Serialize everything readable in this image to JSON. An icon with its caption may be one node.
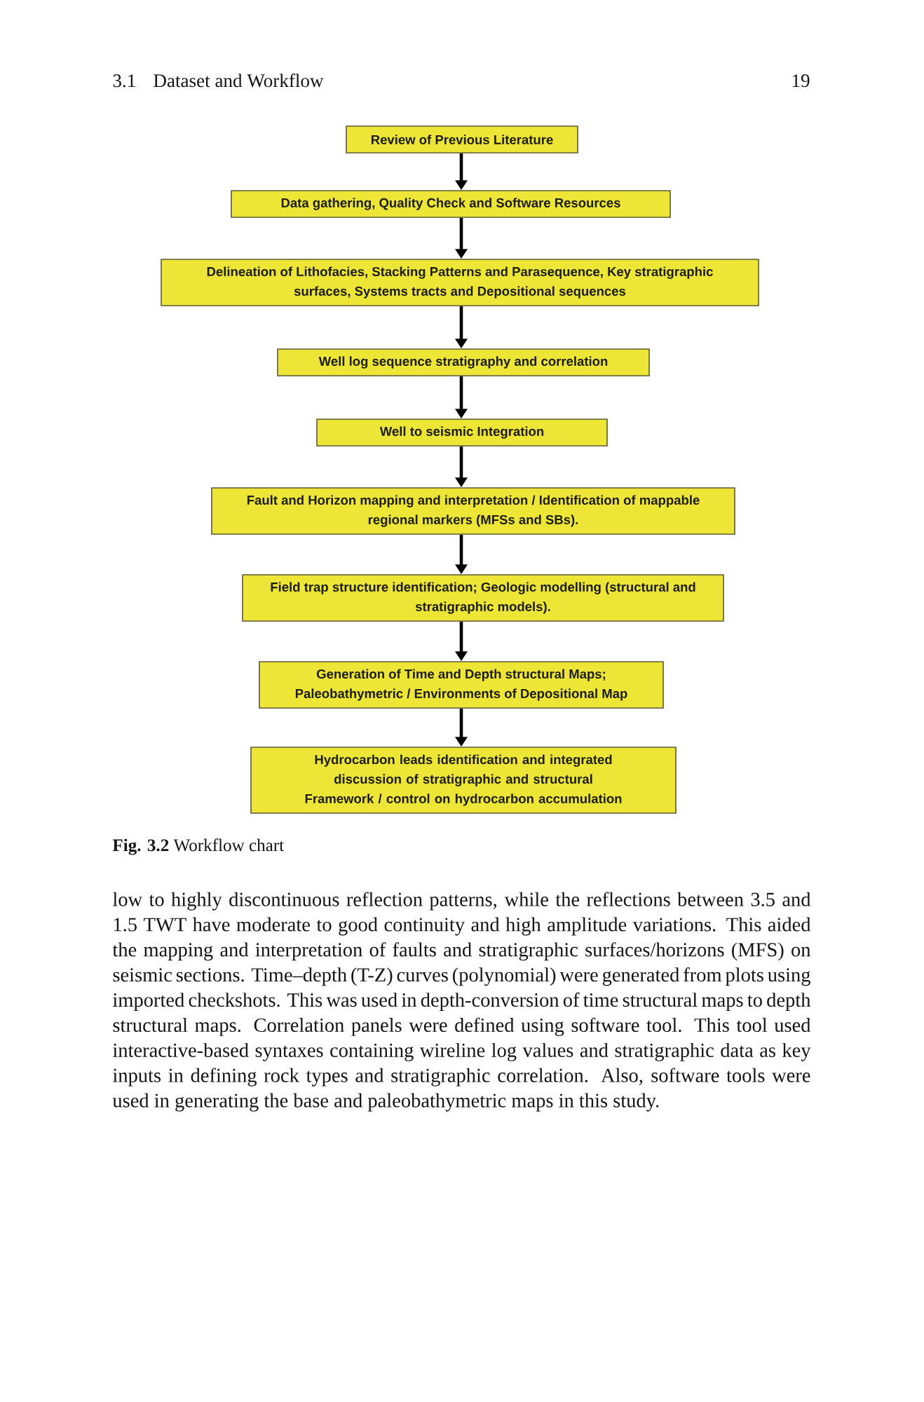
{
  "diagram": {
    "caption": "**Fig. 3.2** Workflow chart",
    "nodes": [
      {
        "text": [
          "Review of Previous Literature"
        ]
      },
      {
        "text": [
          "Data gathering, Quality Check and Software Resources"
        ]
      },
      {
        "text": [
          "Delineation of Lithofacies, Stacking Patterns and Parasequence, Key stratigraphic surfaces, Systems tracts and Depositional sequences"
        ]
      },
      {
        "text": [
          "Well log sequence stratigraphy and correlation"
        ]
      },
      {
        "text": [
          "Well to seismic Integration"
        ]
      },
      {
        "text": [
          "Fault and Horizon mapping and interpretation / Identification of mappable regional markers (MFSs and SBs)."
        ]
      },
      {
        "text": [
          "Field trap structure identification; Geologic modelling (structural and stratigraphic models)."
        ]
      },
      {
        "text": [
          "Generation of Time and Depth structural Maps; Paleobathymetric / Environments of Depositional Map"
        ]
      },
      {
        "text": [
          "Hydrocarbon leads identification and integrated discussion of stratigraphic and structural Framework / control on hydrocarbon accumulation"
        ]
      }
    ],
    "edges": [
      {
        "from": 0,
        "to": 1,
        "arrow": "to"
      },
      {
        "from": 1,
        "to": 2,
        "arrow": "to"
      },
      {
        "from": 2,
        "to": 3,
        "arrow": "to"
      },
      {
        "from": 3,
        "to": 4,
        "arrow": "to"
      },
      {
        "from": 4,
        "to": 5,
        "arrow": "to"
      },
      {
        "from": 5,
        "to": 6,
        "arrow": "to"
      },
      {
        "from": 6,
        "to": 7,
        "arrow": "to"
      },
      {
        "from": 7,
        "to": 8,
        "arrow": "to"
      }
    ],
    "labels": [
      "3.1",
      "Dataset and Workflow",
      "19",
      "low to highly discontinuous reflection patterns, while the reflections between 3.5 and 1.5 TWT have moderate to good continuity and high amplitude variations. This aided the mapping and interpretation of faults and stratigraphic surfaces/horizons (MFS) on seismic sections. Time–depth (T-Z) curves (polynomial) were generated from plots using imported checkshots. This was used in depth-conversion of time structural maps to depth structural maps. Correlation panels were defined using software tool. This tool used interactive-based syntaxes containing wireline log values and stratigraphic data as key inputs in defining rock types and stratigraphic correlation. Also, software tools were used in generating the base and paleobathymetric maps in this study."
    ]
  }
}
